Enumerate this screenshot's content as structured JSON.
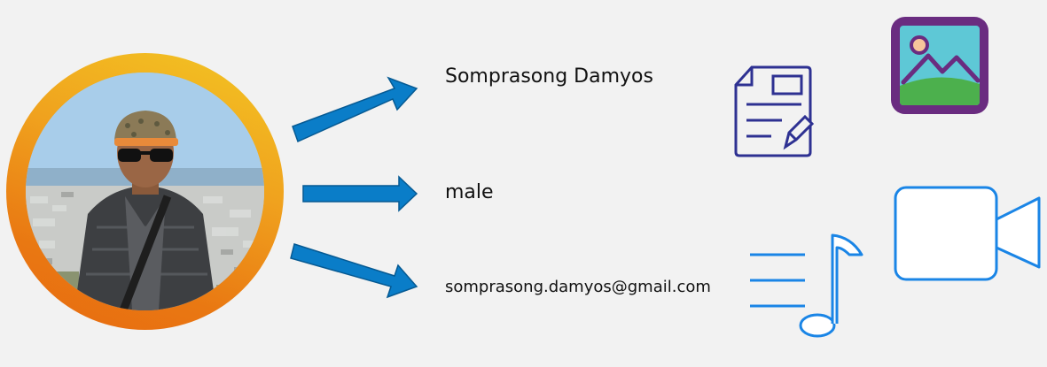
{
  "profile": {
    "name": "Somprasong Damyos",
    "gender": "male",
    "email": "somprasong.damyos@gmail.com"
  },
  "colors": {
    "arrow": "#0a7dc8",
    "ring_light": "#f3c623",
    "ring_dark": "#e86a10",
    "document_icon": "#2e3192",
    "image_icon_frame": "#6a2c80",
    "image_icon_sky": "#5ec8d6",
    "image_icon_ground": "#4cb04d",
    "video_icon": "#1a85e6",
    "music_icon": "#1a85e6"
  },
  "icons": [
    "profile-photo",
    "arrow-icon",
    "document-edit-icon",
    "image-icon",
    "video-camera-icon",
    "music-note-icon"
  ]
}
